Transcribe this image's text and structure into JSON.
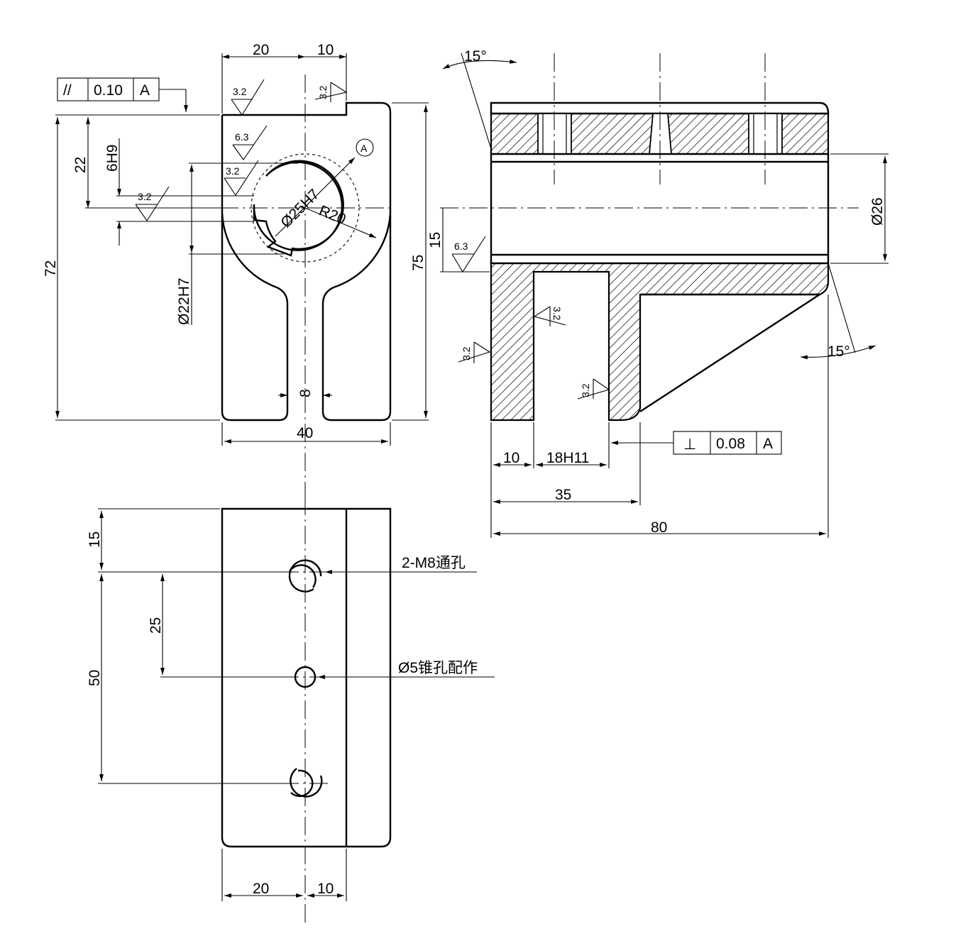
{
  "drawing": {
    "front_view": {
      "dims": {
        "width_left": "20",
        "width_right": "10",
        "height_72": "72",
        "height_75": "75",
        "offset_22": "22",
        "keyway": "6H9",
        "bore_small": "Ø22H7",
        "bore_large": "Ø25H7",
        "radius": "R20",
        "slot": "8",
        "base_width": "40"
      },
      "roughness": [
        "3.2",
        "3.2",
        "6.3",
        "3.2",
        "3.2"
      ],
      "parallel_tolerance": {
        "symbol": "//",
        "value": "0.10",
        "datum": "A"
      },
      "datum_label": "A"
    },
    "side_view": {
      "dims": {
        "angle_top": "15°",
        "angle_bottom": "15°",
        "bore_dia": "Ø26",
        "height_15": "15",
        "wall": "10",
        "slot_width": "18H11",
        "total_35": "35",
        "total_80": "80"
      },
      "roughness": [
        "6.3",
        "3.2",
        "3.2",
        "3.2"
      ],
      "perpendicular_tolerance": {
        "symbol": "⊥",
        "value": "0.08",
        "datum": "A"
      }
    },
    "bottom_view": {
      "dims": {
        "edge_15": "15",
        "pitch_25": "25",
        "pitch_50": "50",
        "width_left": "20",
        "width_right": "10"
      },
      "notes": {
        "thread_holes": "2-M8通孔",
        "pin_hole": "Ø5锥孔配作"
      }
    }
  }
}
